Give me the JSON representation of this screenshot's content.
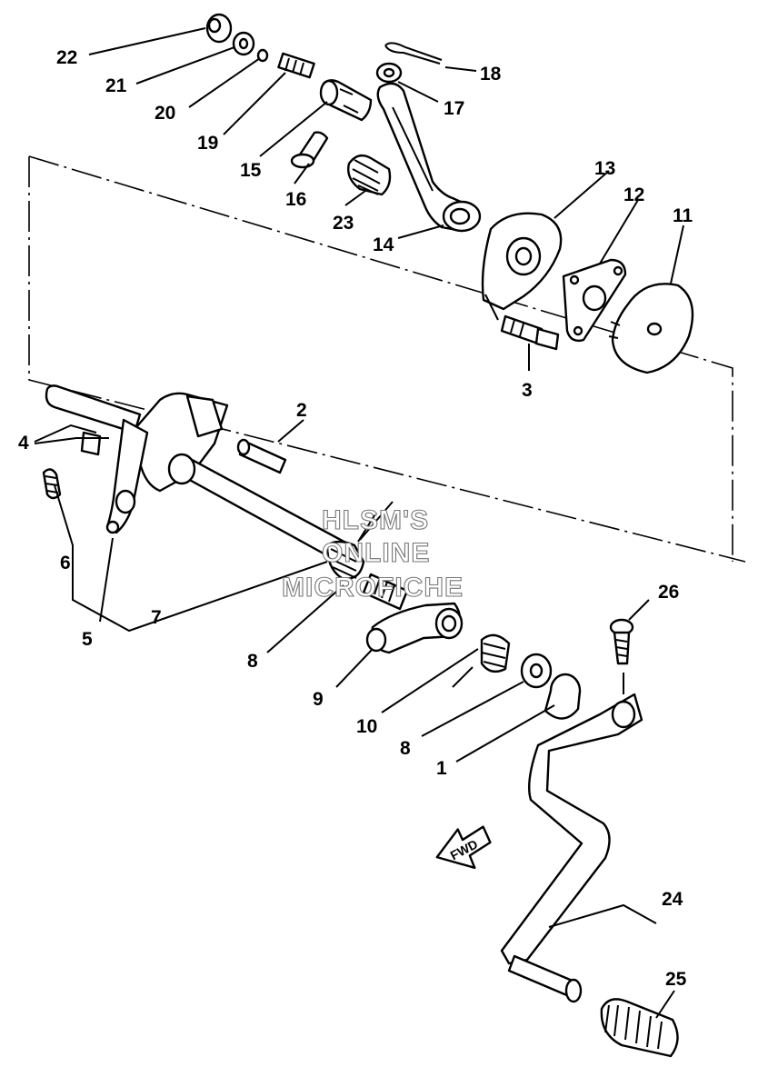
{
  "watermark": [
    "HLSM'S",
    "ONLINE",
    "MICROFICHE"
  ],
  "fwd_arrow_label": "FWD",
  "callouts": [
    "22",
    "21",
    "20",
    "19",
    "18",
    "17",
    "15",
    "16",
    "23",
    "14",
    "13",
    "12",
    "11",
    "3",
    "2",
    "4",
    "6",
    "5",
    "7",
    "8",
    "9",
    "10",
    "8",
    "1",
    "26",
    "24",
    "25"
  ]
}
